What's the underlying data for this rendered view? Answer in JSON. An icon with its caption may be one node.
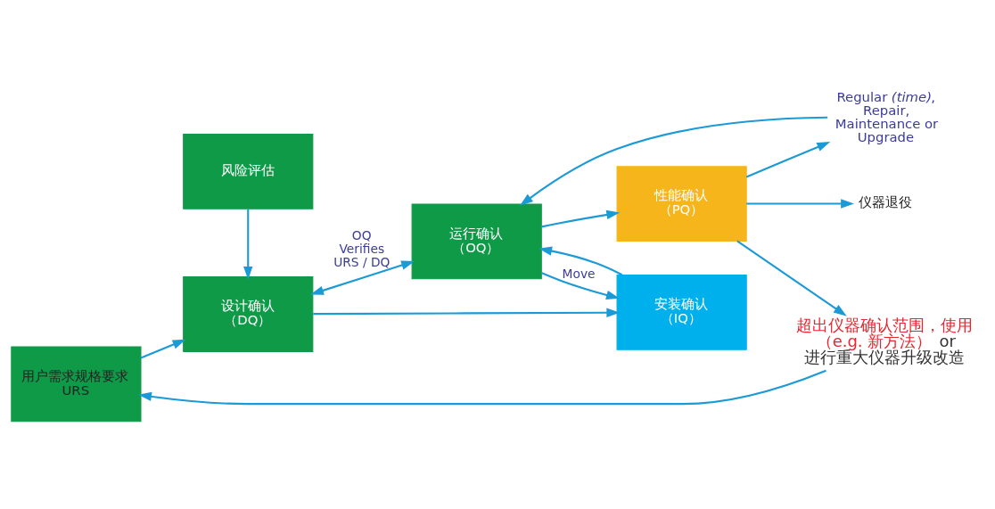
{
  "diagram": {
    "nodes": [
      {
        "text": [
          "用户需求规格要求 URS"
        ]
      },
      {
        "text": [
          "风险评估"
        ]
      },
      {
        "text": [
          "设计确认",
          "（DQ）"
        ]
      },
      {
        "text": [
          "运行确认",
          "（OQ）"
        ]
      },
      {
        "text": [
          "性能确认",
          "（PQ）"
        ]
      },
      {
        "text": [
          "安装确认",
          "（IQ）"
        ]
      },
      {
        "text": [
          "仪器退役"
        ]
      },
      {
        "text": [
          "超出仪器确认范围，使用",
          "（e.g. 新方法）",
          "or",
          "进行重大仪器升级改造"
        ]
      },
      {
        "text": [
          "Regular *(time)*, Repair, Maintenance or Upgrade"
        ]
      }
    ],
    "edges": [
      {
        "from": 0,
        "to": 2,
        "arrow": "to"
      },
      {
        "from": 1,
        "to": 2,
        "arrow": "to"
      },
      {
        "from": 2,
        "to": 3,
        "arrow": "both",
        "label": "OQ Verifies URS / DQ"
      },
      {
        "from": 2,
        "to": 5,
        "arrow": "to"
      },
      {
        "from": 5,
        "to": 3,
        "arrow": "to"
      },
      {
        "from": 3,
        "to": 4,
        "arrow": "to"
      },
      {
        "from": 4,
        "to": 8,
        "arrow": "to"
      },
      {
        "from": 8,
        "to": 3,
        "arrow": "to"
      },
      {
        "from": 3,
        "to": 5,
        "arrow": "to",
        "label": "Move"
      },
      {
        "from": 4,
        "to": 6,
        "arrow": "to"
      },
      {
        "from": 4,
        "to": 7,
        "arrow": "to"
      },
      {
        "from": 7,
        "to": 0,
        "arrow": "to"
      }
    ]
  }
}
